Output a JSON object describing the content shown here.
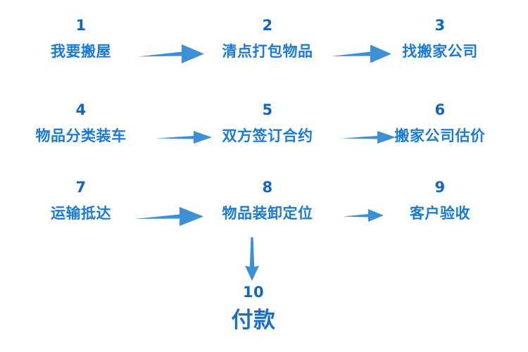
{
  "diagram": {
    "title_visible": false,
    "background_color": "#ffffff",
    "number_color": "#1565c0",
    "label_color": "#1a7ad4",
    "arrow_color": "#3d8fd6",
    "steps": [
      {
        "number": "1",
        "label": "我要搬屋"
      },
      {
        "number": "2",
        "label": "清点打包物品"
      },
      {
        "number": "3",
        "label": "找搬家公司"
      },
      {
        "number": "4",
        "label": "物品分类装车"
      },
      {
        "number": "5",
        "label": "双方签订合约"
      },
      {
        "number": "6",
        "label": "搬家公司估价"
      },
      {
        "number": "7",
        "label": "运输抵达"
      },
      {
        "number": "8",
        "label": "物品装卸定位"
      },
      {
        "number": "9",
        "label": "客户验收"
      },
      {
        "number": "10",
        "label": "付款"
      }
    ],
    "connectors": [
      {
        "name": "arrow-1-to-2",
        "direction": "right"
      },
      {
        "name": "arrow-2-to-3",
        "direction": "right"
      },
      {
        "name": "arrow-4-to-5",
        "direction": "right"
      },
      {
        "name": "arrow-5-to-6",
        "direction": "right"
      },
      {
        "name": "arrow-7-to-8",
        "direction": "right"
      },
      {
        "name": "arrow-8-to-9",
        "direction": "right"
      },
      {
        "name": "arrow-8-to-10",
        "direction": "down"
      }
    ]
  }
}
